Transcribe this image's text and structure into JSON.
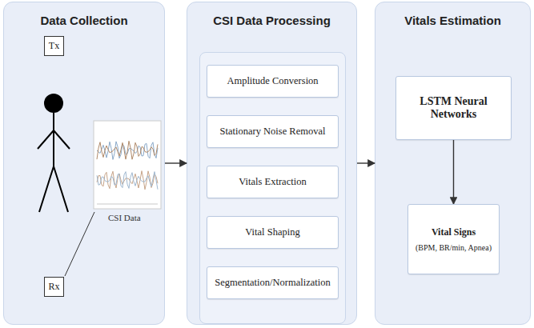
{
  "diagram": {
    "nodes": [
      {
        "text": [
          "Data Collection"
        ]
      },
      {
        "text": [
          "Tx"
        ],
        "in": 0
      },
      {
        "text": [
          "Rx"
        ],
        "in": 0
      },
      {
        "text": [
          "CSI Data Processing"
        ]
      },
      {
        "text": [
          "Amplitude Conversion"
        ],
        "in": 3
      },
      {
        "text": [
          "Stationary Noise Removal"
        ],
        "in": 3
      },
      {
        "text": [
          "Vitals Extraction"
        ],
        "in": 3
      },
      {
        "text": [
          "Vital Shaping"
        ],
        "in": 3
      },
      {
        "text": [
          "Segmentation/Normalization"
        ],
        "in": 3
      },
      {
        "text": [
          "Vitals Estimation"
        ]
      },
      {
        "text": [
          "LSTM Neural Networks"
        ],
        "in": 9
      },
      {
        "text": [
          "Vital Signs",
          "(BPM, BR/min, Apnea)"
        ],
        "in": 9
      }
    ],
    "edges": [
      {
        "from": 0,
        "to": 3,
        "arrow": "to"
      },
      {
        "from": 3,
        "to": 9,
        "arrow": "to"
      },
      {
        "from": 10,
        "to": 11,
        "arrow": "to"
      }
    ],
    "labels": [
      "CSI Data"
    ]
  }
}
